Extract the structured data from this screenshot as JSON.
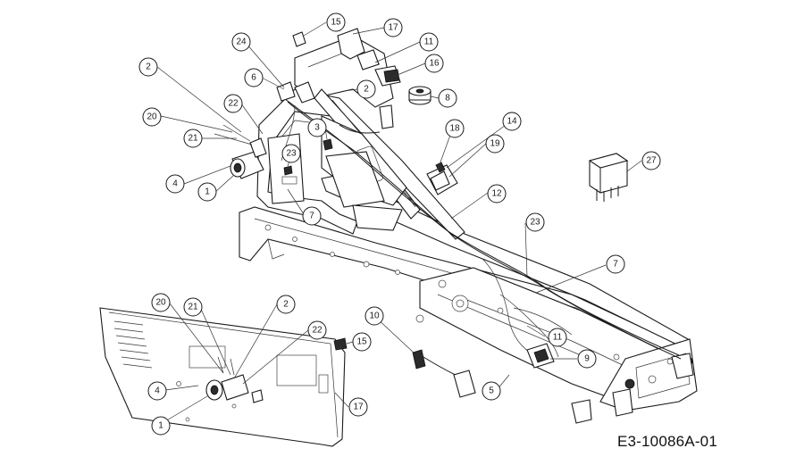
{
  "diagram_code": "E3-10086A-01",
  "callouts": {
    "c15a": "15",
    "c17a": "17",
    "c11a": "11",
    "c16": "16",
    "c24": "24",
    "c2a": "2",
    "c6": "6",
    "c2b": "2",
    "c8": "8",
    "c22a": "22",
    "c3": "3",
    "c18": "18",
    "c14": "14",
    "c19": "19",
    "c20a": "20",
    "c21a": "21",
    "c23a": "23",
    "c27": "27",
    "c4a": "4",
    "c1a": "1",
    "c7a": "7",
    "c12": "12",
    "c23b": "23",
    "c7b": "7",
    "c20b": "20",
    "c21b": "21",
    "c2c": "2",
    "c10": "10",
    "c22b": "22",
    "c15b": "15",
    "c11b": "11",
    "c9": "9",
    "c4b": "4",
    "c5": "5",
    "c17b": "17",
    "c1b": "1"
  }
}
